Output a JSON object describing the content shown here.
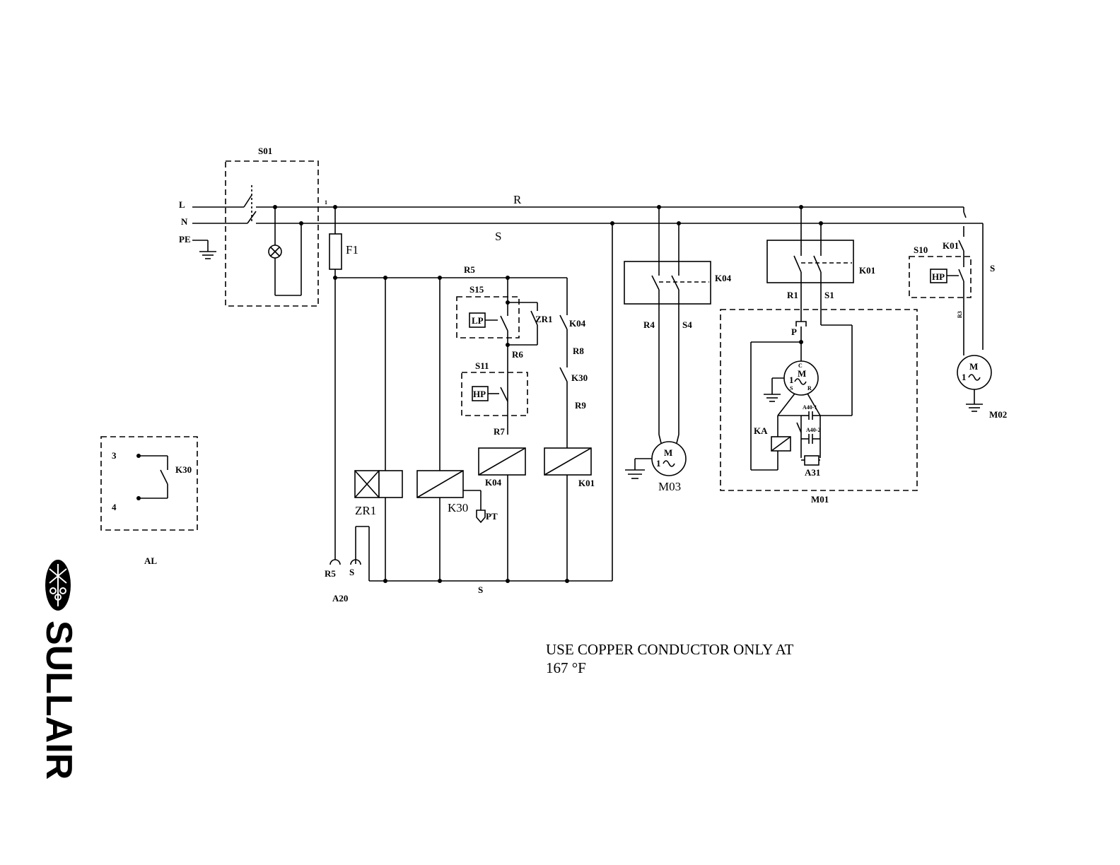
{
  "logo": {
    "text": "SULLAIR"
  },
  "note": {
    "line1": "USE COPPER CONDUCTOR ONLY AT",
    "line2": "167 °F"
  },
  "labels": {
    "s01": "S01",
    "l": "L",
    "n": "N",
    "pe": "PE",
    "one": "1",
    "r_line": "R",
    "s_line": "S",
    "f1": "F1",
    "r5_top": "R5",
    "s15": "S15",
    "lp": "LP",
    "zr1_contact": "ZR1",
    "r6": "R6",
    "s11": "S11",
    "hp1": "HP",
    "r7": "R7",
    "k04_contact": "K04",
    "r8": "R8",
    "k30_contact": "K30",
    "r9": "R9",
    "zr1": "ZR1",
    "k30_coil": "K30",
    "pt": "PT",
    "k04_coil": "K04",
    "k01_coil": "K01",
    "r5_term": "R5",
    "s_term": "S",
    "a20": "A20",
    "s_bottom": "S",
    "k04_box": "K04",
    "r4": "R4",
    "s4": "S4",
    "m03": "M03",
    "k01_box": "K01",
    "r1": "R1",
    "s1": "S1",
    "p": "P",
    "m_c": "C",
    "m_m": "M",
    "m_1": "1",
    "m_s": "S",
    "m_r": "R",
    "a40_1": "A40-1",
    "a40_2": "A40-2",
    "ka": "KA",
    "a31": "A31",
    "m01": "M01",
    "s10": "S10",
    "k01_sw": "K01",
    "hp2": "HP",
    "s_right": "S",
    "r3": "R3",
    "m02": "M02",
    "motor_m": "M",
    "motor_1": "1",
    "al_3": "3",
    "al_4": "4",
    "al_k30": "K30",
    "al": "AL"
  }
}
